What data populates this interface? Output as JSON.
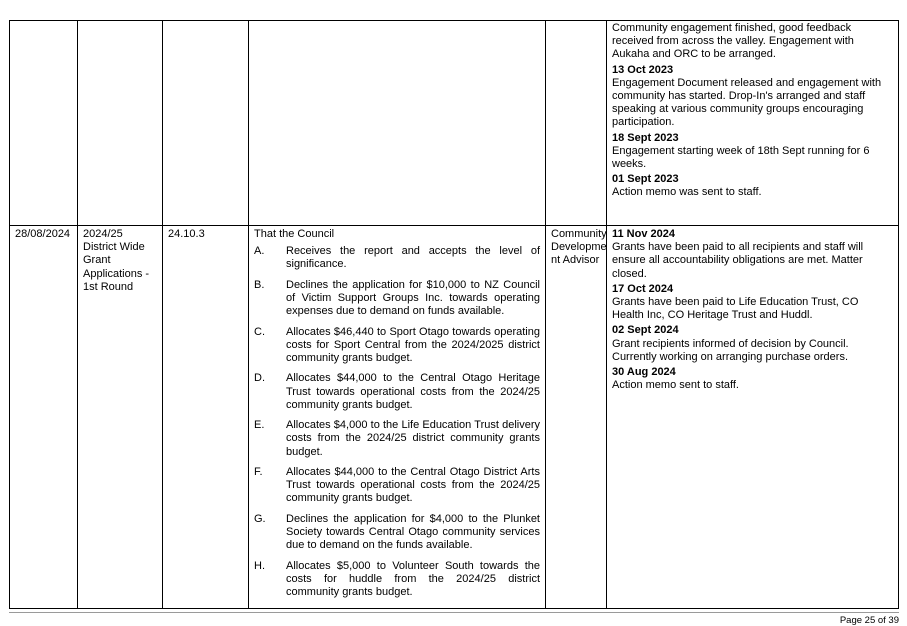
{
  "continued_row": {
    "updates": [
      {
        "date": "",
        "text": "Community engagement finished, good feedback received from across the valley. Engagement with Aukaha and ORC to be arranged."
      },
      {
        "date": "13 Oct 2023",
        "text": "Engagement Document released and engagement with community has started. Drop-In's arranged and staff speaking at various community groups encouraging participation."
      },
      {
        "date": "18 Sept 2023",
        "text": "Engagement starting week of 18th Sept running for 6 weeks."
      },
      {
        "date": "01 Sept 2023",
        "text": "Action memo was sent to staff."
      }
    ]
  },
  "main_row": {
    "date": "28/08/2024",
    "item": "2024/25 District Wide Grant Applications - 1st Round",
    "ref": "24.10.3",
    "resolution_intro": "That the Council",
    "resolutions": [
      {
        "letter": "A.",
        "text": "Receives the report and accepts the level of significance."
      },
      {
        "letter": "B.",
        "text": "Declines the application for $10,000 to NZ Council of Victim Support Groups Inc. towards operating expenses due to demand on funds available."
      },
      {
        "letter": "C.",
        "text": "Allocates $46,440 to Sport Otago towards operating costs for Sport Central from the 2024/2025 district community grants budget."
      },
      {
        "letter": "D.",
        "text": "Allocates $44,000 to the Central Otago Heritage Trust towards operational costs from the 2024/25 community grants budget."
      },
      {
        "letter": "E.",
        "text": "Allocates $4,000 to the Life Education Trust delivery costs from the 2024/25 district community grants budget."
      },
      {
        "letter": "F.",
        "text": "Allocates $44,000 to the Central Otago District Arts Trust towards operational costs from the 2024/25 community grants budget."
      },
      {
        "letter": "G.",
        "text": "Declines the application for $4,000 to the Plunket Society towards Central Otago community services due to demand on the funds available."
      },
      {
        "letter": "H.",
        "text": "Allocates $5,000 to Volunteer South towards the costs for huddle from the 2024/25 district community grants budget."
      }
    ],
    "responsible": "Community Developme nt Advisor",
    "updates": [
      {
        "date": "11 Nov 2024",
        "text": "Grants have been paid to all recipients and staff will ensure all accountability obligations are met. Matter closed."
      },
      {
        "date": "17 Oct 2024",
        "text": "Grants have been paid to Life Education Trust, CO Health Inc, CO Heritage Trust and Huddl."
      },
      {
        "date": "02 Sept 2024",
        "text": "Grant recipients informed of decision by Council. Currently working on arranging purchase orders."
      },
      {
        "date": "30 Aug 2024",
        "text": "Action memo sent to staff."
      }
    ]
  },
  "footer": {
    "page_label": "Page 25 of 39"
  }
}
